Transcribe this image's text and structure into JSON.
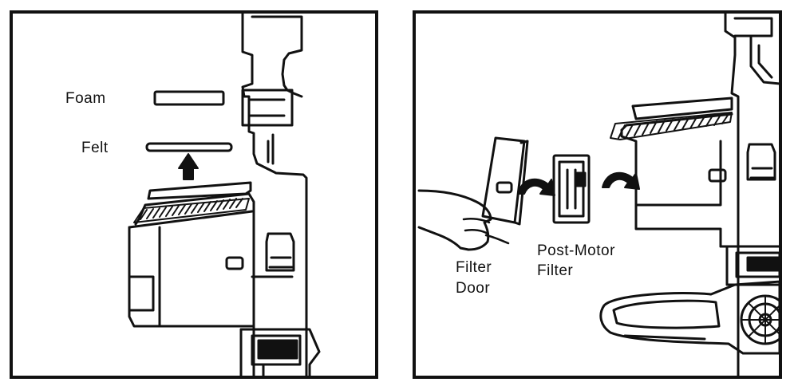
{
  "left_panel": {
    "labels": {
      "foam": "Foam",
      "felt": "Felt"
    }
  },
  "right_panel": {
    "labels": {
      "filter_door_line1": "Filter",
      "filter_door_line2": "Door",
      "post_motor_line1": "Post-Motor",
      "post_motor_line2": "Filter"
    }
  },
  "colors": {
    "ink": "#111111",
    "background": "#ffffff"
  },
  "icons": [
    "up-arrow-icon",
    "curved-arrow-icon",
    "hand-icon"
  ]
}
